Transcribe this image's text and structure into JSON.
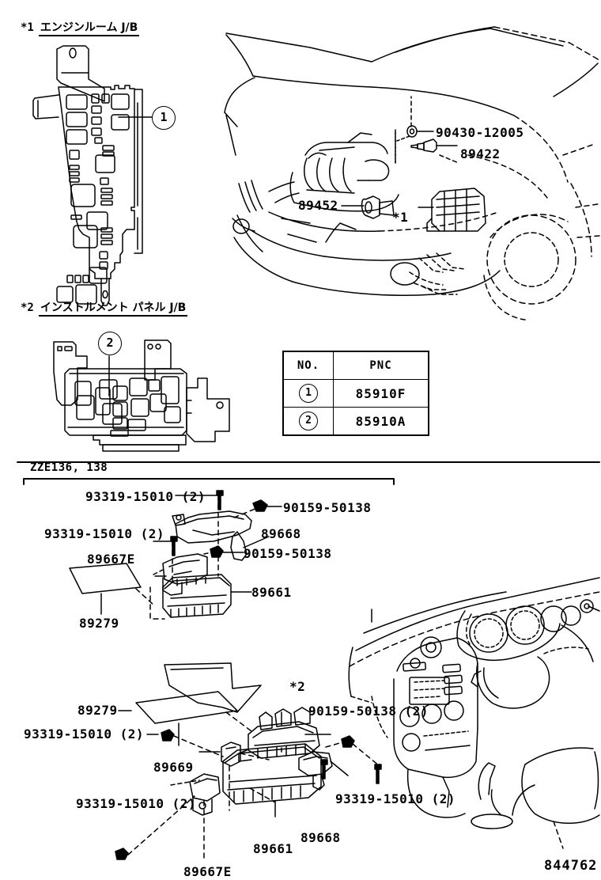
{
  "document": {
    "page_number": "844762",
    "model_code": "ZZE136, 138"
  },
  "sections": [
    {
      "id": "engine-room-jb",
      "star": "*1",
      "title": "エンジンルーム J/B",
      "callout": "1"
    },
    {
      "id": "instrument-panel-jb",
      "star": "*2",
      "title": "インストルメント パネル J/B",
      "callout": "2"
    }
  ],
  "pnc_table": {
    "headers": [
      "NO.",
      "PNC"
    ],
    "rows": [
      {
        "no": "1",
        "pnc": "85910F"
      },
      {
        "no": "2",
        "pnc": "85910A"
      }
    ]
  },
  "vehicle_labels": [
    {
      "id": "bolt-90430-12005",
      "text": "90430-12005"
    },
    {
      "id": "sensor-89422",
      "text": "89422"
    },
    {
      "id": "valve-89452",
      "text": "89452"
    },
    {
      "id": "ref-star1",
      "text": "*1"
    }
  ],
  "upper_assembly_labels": [
    {
      "id": "screw-93319-top",
      "text": "93319-15010 (2)"
    },
    {
      "id": "nut-90159-top",
      "text": "90159-50138"
    },
    {
      "id": "screw-93319-mid",
      "text": "93319-15010 (2)"
    },
    {
      "id": "bracket-89668-top",
      "text": "89668"
    },
    {
      "id": "nut-90159-mid",
      "text": "90159-50138"
    },
    {
      "id": "bracket-89667e-top",
      "text": "89667E"
    },
    {
      "id": "cover-89279-top",
      "text": "89279"
    },
    {
      "id": "ecu-89661-top",
      "text": "89661"
    }
  ],
  "lower_assembly_labels": [
    {
      "id": "cover-89279-bottom",
      "text": "89279"
    },
    {
      "id": "ref-star2",
      "text": "*2"
    },
    {
      "id": "nut-90159-bottom",
      "text": "90159-50138 (2)"
    },
    {
      "id": "screw-93319-left",
      "text": "93319-15010 (2)"
    },
    {
      "id": "bracket-89669",
      "text": "89669"
    },
    {
      "id": "screw-93319-bottom-left",
      "text": "93319-15010 (2)"
    },
    {
      "id": "screw-93319-right",
      "text": "93319-15010 (2)"
    },
    {
      "id": "bracket-89668-bottom",
      "text": "89668"
    },
    {
      "id": "ecu-89661-bottom",
      "text": "89661"
    },
    {
      "id": "bracket-89667e-bottom",
      "text": "89667E"
    }
  ],
  "colors": {
    "ink": "#000000",
    "paper": "#ffffff"
  }
}
